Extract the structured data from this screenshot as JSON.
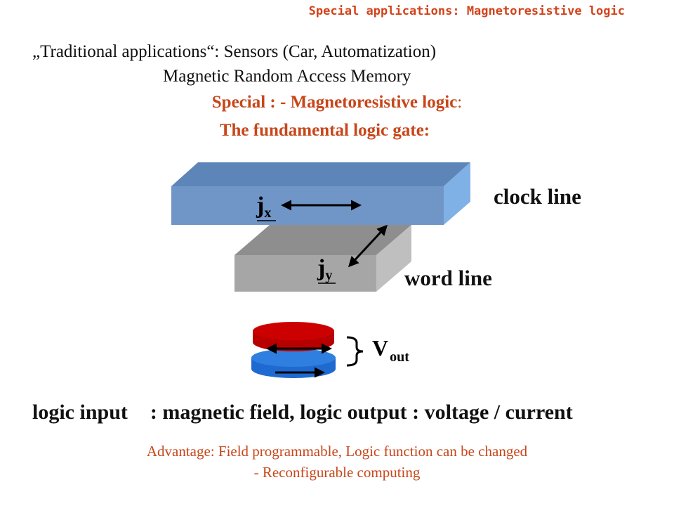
{
  "header": {
    "title": "Special applications: Magnetoresistive logic"
  },
  "intro": {
    "line1": "„Traditional applications“: Sensors (Car, Automatization)",
    "line2": "Magnetic Random Access Memory",
    "line3_bold": "Special : - Magnetoresistive logic",
    "line3_colon": ":",
    "line4": "The fundamental logic gate:"
  },
  "diagram": {
    "clock_line_label": "clock line",
    "word_line_label": "word line",
    "jx_main": "j",
    "jx_sub": "x",
    "jy_main": "j",
    "jy_sub": "y",
    "vout_main": "V",
    "vout_sub": "out",
    "colors": {
      "clock_front": "#7096c8",
      "clock_top": "#5d85b8",
      "clock_side": "#7fb0e6",
      "word_front": "#a6a6a6",
      "word_top": "#8e8e8e",
      "word_side": "#bfbfbf",
      "disk_red": "#cc0000",
      "disk_blue": "#2f7fe0"
    }
  },
  "logic_line": {
    "input": "logic input",
    "rest": ": magnetic field, logic output : voltage / current"
  },
  "advantage": {
    "line1": "Advantage: Field programmable, Logic function can be changed",
    "line2": "-  Reconfigurable computing"
  }
}
